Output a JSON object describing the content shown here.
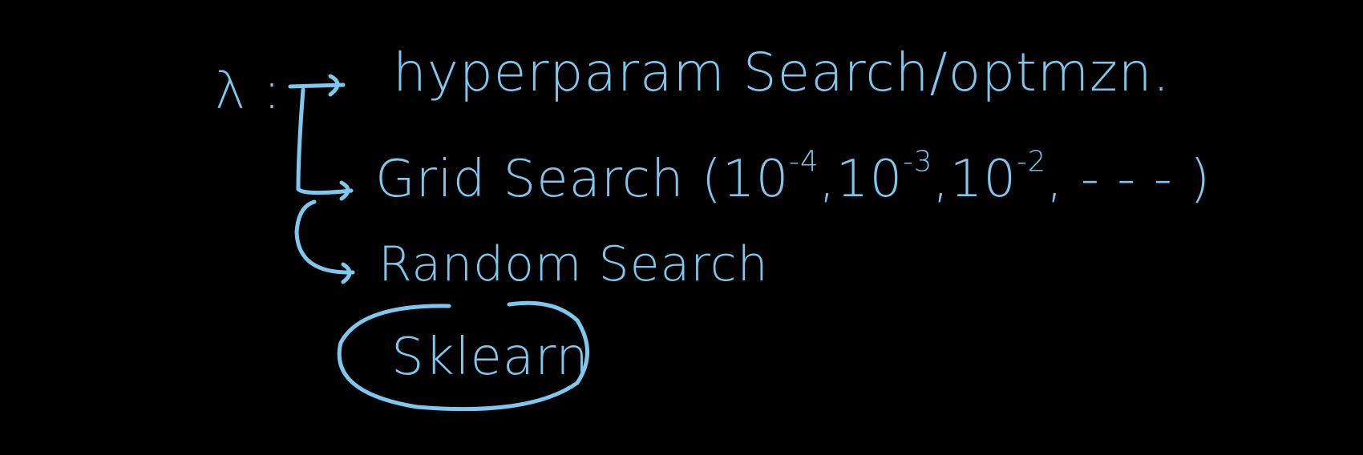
{
  "colors": {
    "ink": "#7ec8ef",
    "background": "#000000"
  },
  "notes": {
    "lambda": "λ :",
    "line1": "hyperparam Search/optmzn.",
    "line2": "Grid Search",
    "grid_open": "(",
    "grid_values": [
      {
        "base": "10",
        "exp": "-4"
      },
      {
        "base": "10",
        "exp": "-3"
      },
      {
        "base": "10",
        "exp": "-2"
      }
    ],
    "grid_tail": ", - - - )",
    "line3": "Random Search",
    "circled": "Sklearn"
  }
}
